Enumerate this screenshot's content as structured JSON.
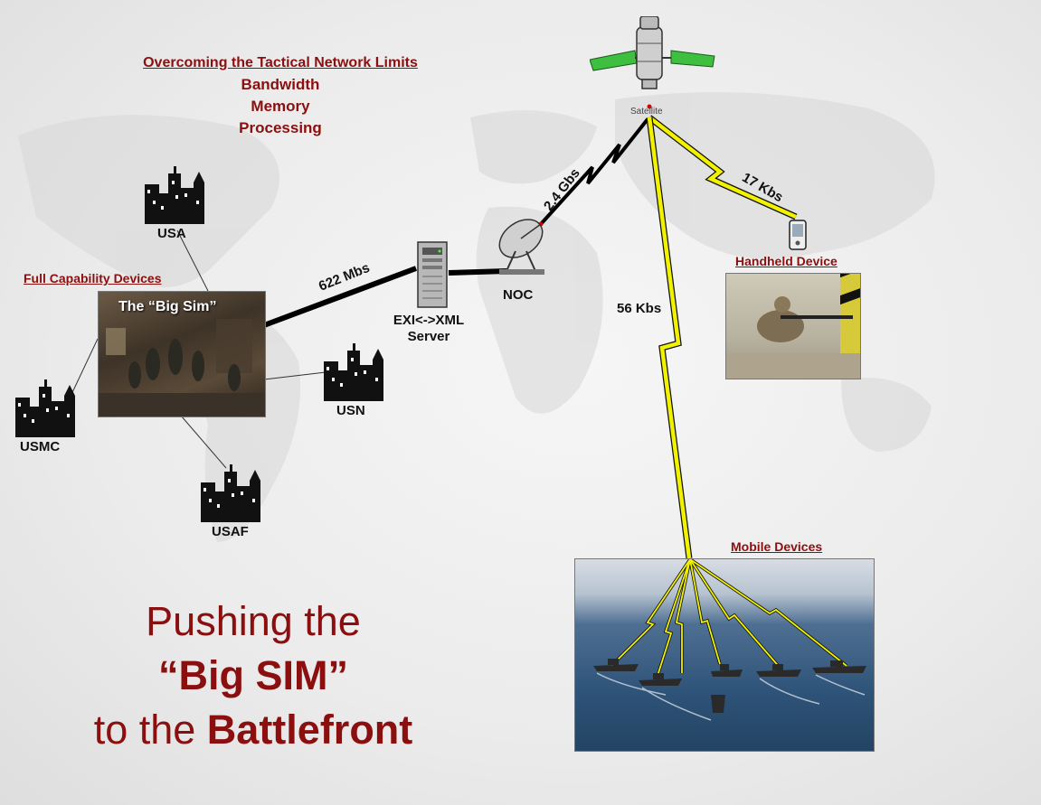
{
  "header": {
    "title": "Overcoming the Tactical Network Limits",
    "limits": [
      "Bandwidth",
      "Memory",
      "Processing"
    ]
  },
  "nodes": {
    "satellite": "Satellite",
    "noc": "NOC",
    "server_line1": "EXI<->XML",
    "server_line2": "Server",
    "usa": "USA",
    "usn": "USN",
    "usmc": "USMC",
    "usaf": "USAF",
    "big_sim": "The “Big Sim”"
  },
  "sections": {
    "full_capability": "Full Capability Devices",
    "handheld": "Handheld Device",
    "mobile": "Mobile Devices"
  },
  "links": {
    "sat_noc": "2.4 Gbs",
    "sat_handheld": "17 Kbs",
    "sat_mobile": "56 Kbs",
    "server_bigsim": "622 Mbs"
  },
  "headline": {
    "line1": "Pushing the",
    "line2": "“Big SIM”",
    "line3_prefix": "to the ",
    "line3_bold": "Battlefront"
  },
  "colors": {
    "title_red": "#8b0f0f",
    "lightning_yellow": "#f2f200",
    "solar_green": "#3fbf3f"
  }
}
